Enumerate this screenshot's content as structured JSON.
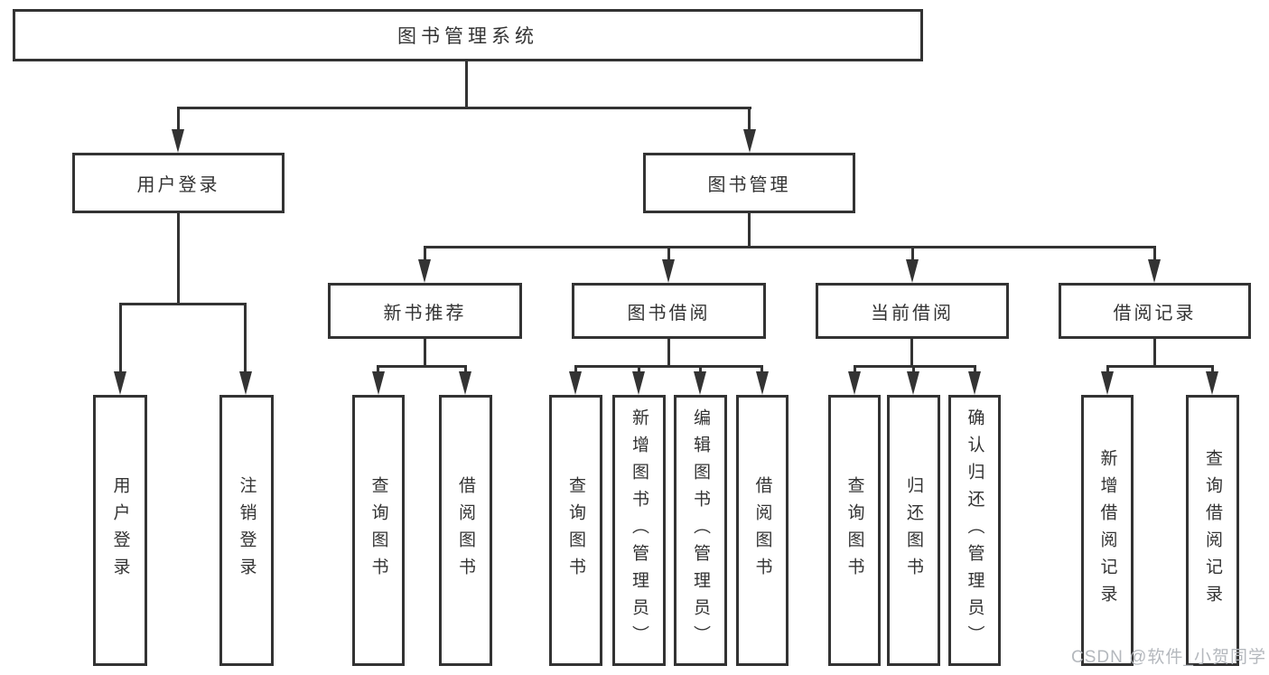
{
  "diagram": {
    "root": "图书管理系统",
    "level1": {
      "user_login": "用户登录",
      "book_mgmt": "图书管理"
    },
    "level2": {
      "new_book": "新书推荐",
      "book_borrow": "图书借阅",
      "current_borrow": "当前借阅",
      "borrow_record": "借阅记录"
    },
    "leaves": {
      "user_login_1": "用户登录",
      "user_login_2": "注销登录",
      "new_book_1": "查询图书",
      "new_book_2": "借阅图书",
      "book_borrow_1": "查询图书",
      "book_borrow_2": "新增图书（管理员）",
      "book_borrow_3": "编辑图书（管理员）",
      "book_borrow_4": "借阅图书",
      "current_borrow_1": "查询图书",
      "current_borrow_2": "归还图书",
      "current_borrow_3": "确认归还（管理员）",
      "borrow_record_1": "新增借阅记录",
      "borrow_record_2": "查询借阅记录"
    }
  },
  "watermark": "CSDN @软件_小贺同学",
  "colors": {
    "line": "#333333",
    "text": "#333333",
    "background": "#ffffff",
    "watermark": "#b4b8bd"
  }
}
